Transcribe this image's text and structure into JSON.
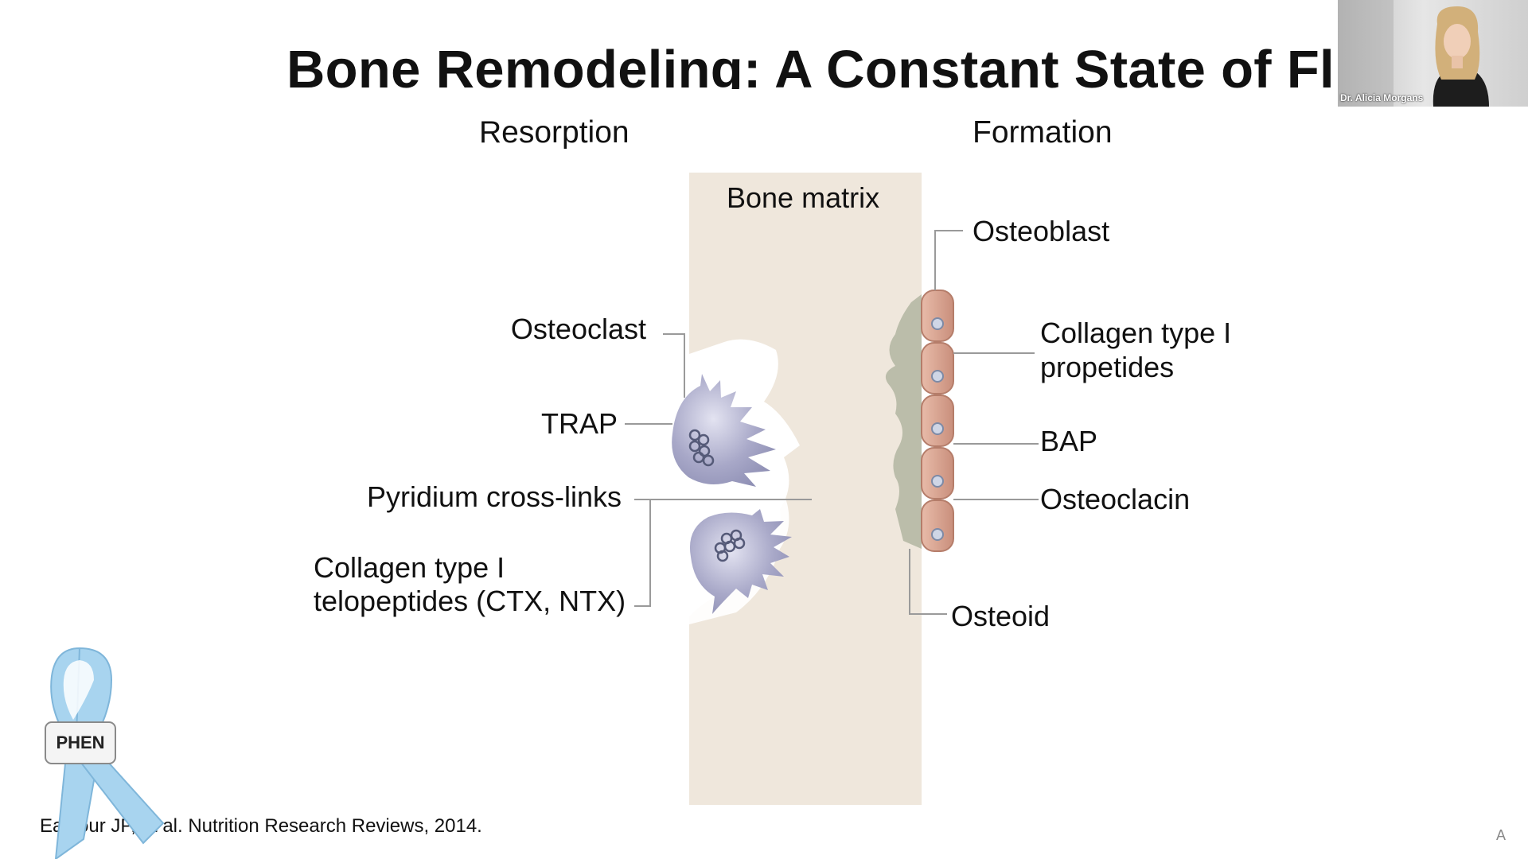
{
  "slide": {
    "title": "Bone Remodeling: A Constant State of Flux",
    "resorption_heading": "Resorption",
    "formation_heading": "Formation"
  },
  "diagram": {
    "bone_matrix": "Bone matrix",
    "left_labels": {
      "osteoclast": "Osteoclast",
      "trap": "TRAP",
      "pyridium": "Pyridium cross-links",
      "collagen_line1": "Collagen type I",
      "collagen_line2": "telopeptides (CTX, NTX)"
    },
    "right_labels": {
      "osteoblast": "Osteoblast",
      "collagen_line1": "Collagen type I",
      "collagen_line2": "propetides",
      "bap": "BAP",
      "osteoclacin": "Osteoclacin",
      "osteoid": "Osteoid"
    }
  },
  "citation": "Eastour JP, et al. Nutrition Research Reviews, 2014.",
  "video": {
    "participant_name": "Dr. Alicia Morgans"
  },
  "logo": {
    "text": "PHEN"
  },
  "corner_mark": "A",
  "colors": {
    "bone_matrix": "#efe7dc",
    "osteoclast": "#9d9dc0",
    "osteoblast": "#d9a796",
    "osteoid": "#bbbdaa",
    "ribbon": "#a8d4ef"
  }
}
